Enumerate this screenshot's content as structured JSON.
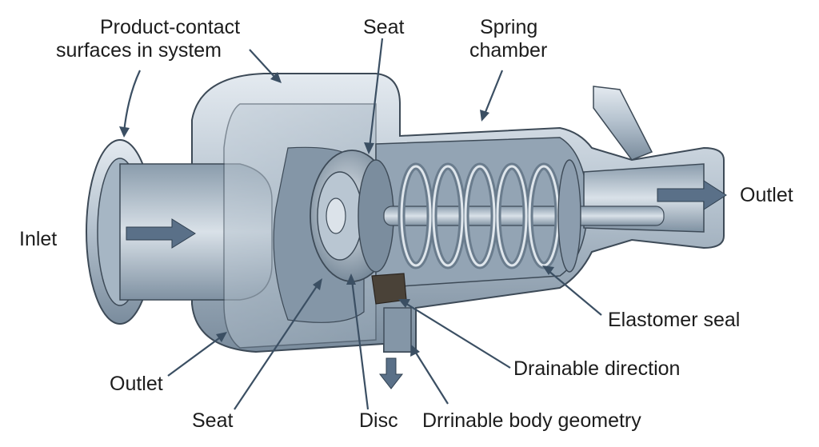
{
  "labels": {
    "product_contact_line1": "Product-contact",
    "product_contact_line2": "surfaces in system",
    "seat_top": "Seat",
    "spring_line1": "Spring",
    "spring_line2": "chamber",
    "inlet": "Inlet",
    "outlet_right": "Outlet",
    "elastomer_seal": "Elastomer seal",
    "drainable_direction": "Drainable direction",
    "outlet_bottom": "Outlet",
    "seat_bottom": "Seat",
    "disc": "Disc",
    "drainable_geometry": "Drrinable body geometry"
  },
  "colors": {
    "steel_light": "#c9d3dc",
    "steel_mid": "#9fb0bf",
    "steel_dark": "#5d6f80",
    "cut_face": "#aebbc7",
    "arrow": "#3b4f63",
    "seal": "#4a4238"
  }
}
